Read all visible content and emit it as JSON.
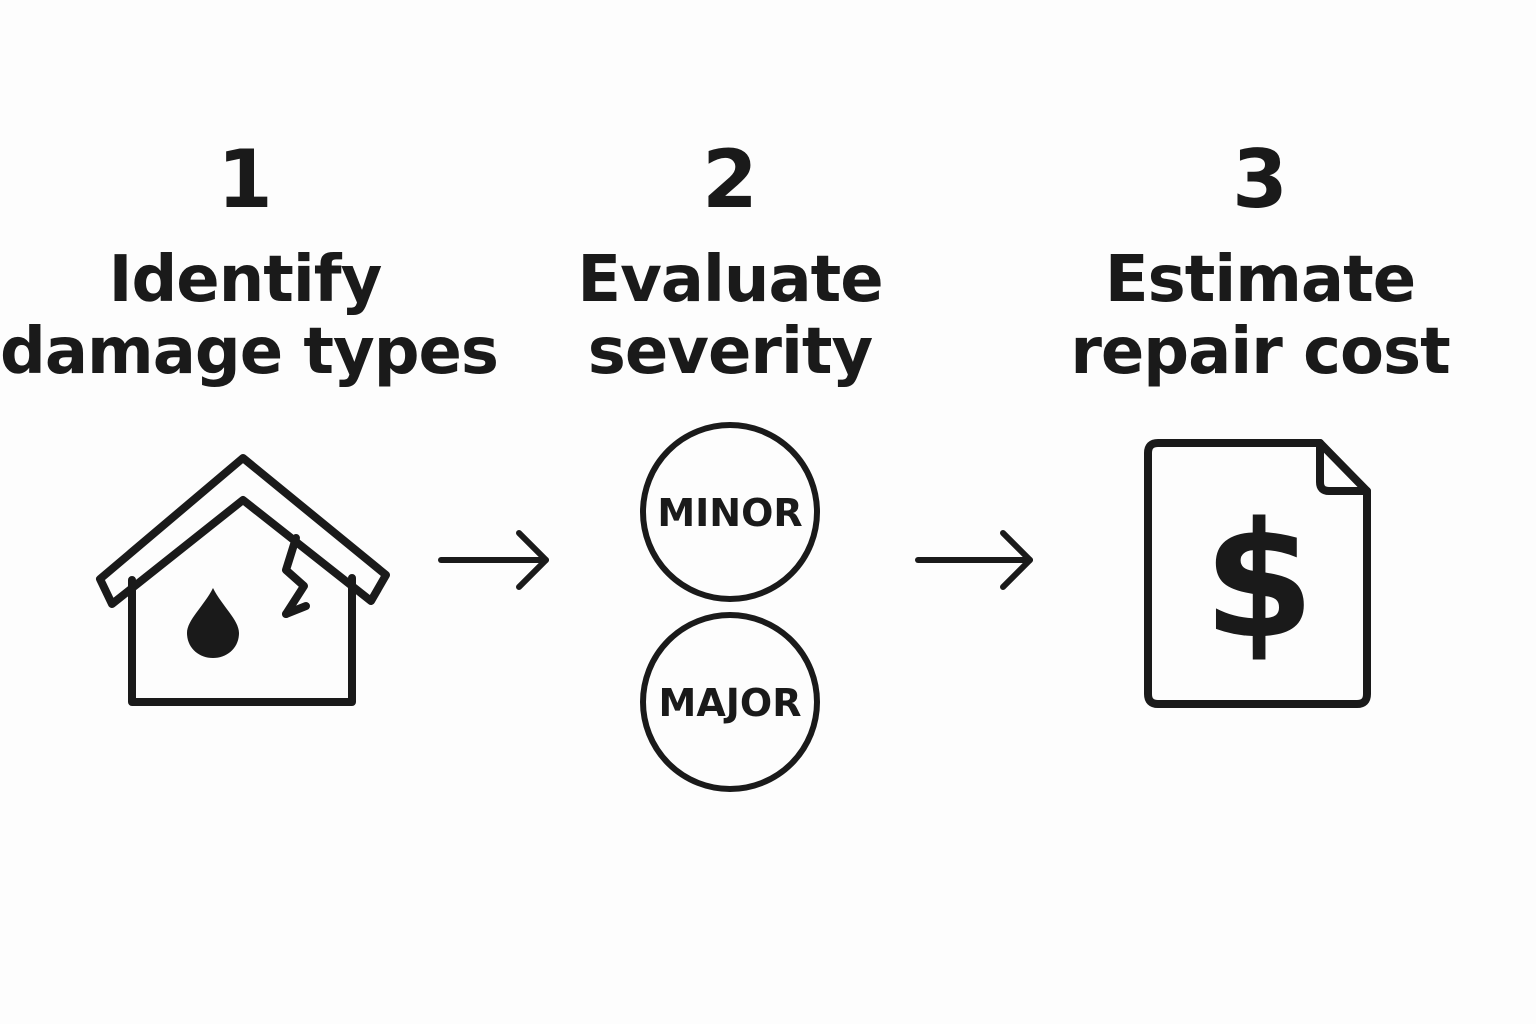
{
  "steps": [
    {
      "number": "1",
      "line1": "Identify",
      "line2": "damage types"
    },
    {
      "number": "2",
      "line1": "Evaluate",
      "line2": "severity"
    },
    {
      "number": "3",
      "line1": "Estimate",
      "line2": "repair cost"
    }
  ],
  "severity": {
    "minor": "MINOR",
    "major": "MAJOR"
  },
  "currency_symbol": "$",
  "colors": {
    "stroke": "#1a1a1a",
    "background": "#fdfdfd"
  },
  "icons": [
    "house-damage-icon",
    "arrow-right-icon",
    "severity-circles",
    "invoice-document-icon"
  ]
}
